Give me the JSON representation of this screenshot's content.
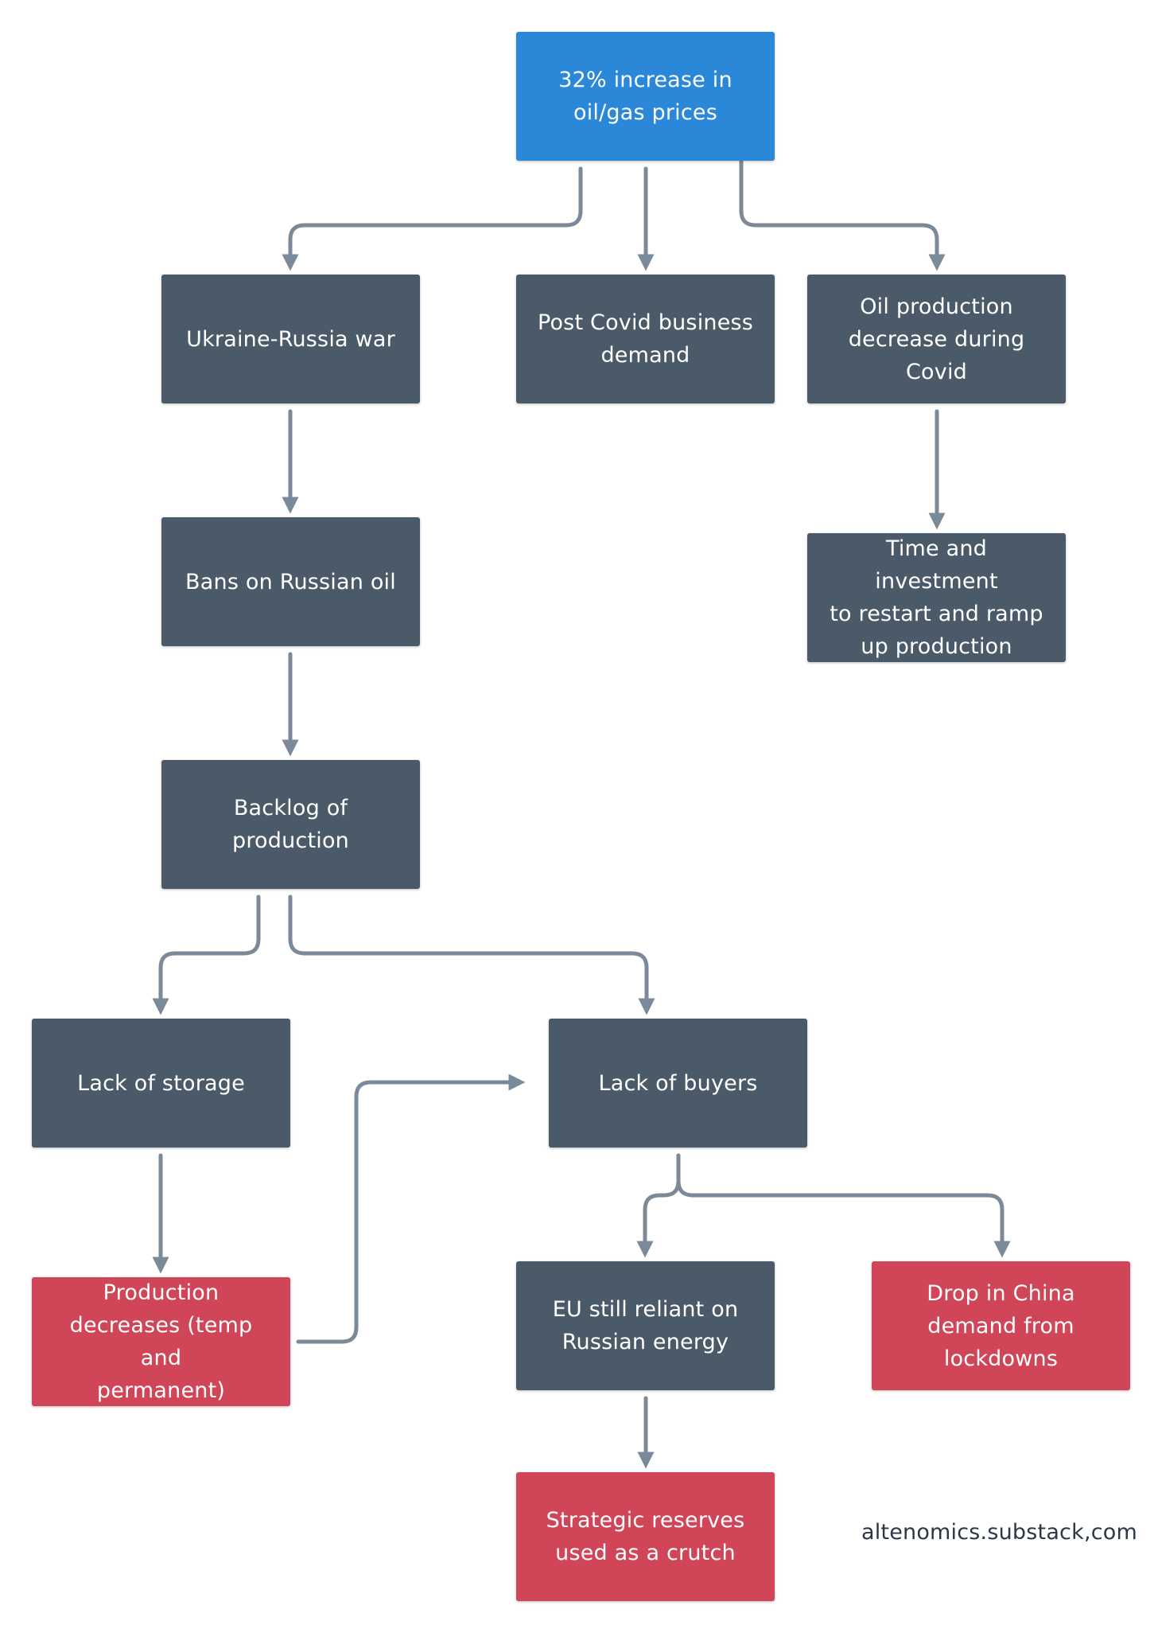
{
  "colors": {
    "root": "#2b88d8",
    "neutral": "#4a5a69",
    "negative": "#d14559",
    "connector": "#7b8a98"
  },
  "nodes": {
    "root": {
      "text": "32% increase in\noil/gas prices",
      "tone": "root"
    },
    "ukraine_russia_war": {
      "text": "Ukraine-Russia war",
      "tone": "neutral"
    },
    "post_covid_demand": {
      "text": "Post Covid business\ndemand",
      "tone": "neutral"
    },
    "oil_production_decrease": {
      "text": "Oil production\ndecrease during\nCovid",
      "tone": "neutral"
    },
    "bans_on_russian_oil": {
      "text": "Bans on Russian oil",
      "tone": "neutral"
    },
    "time_and_investment": {
      "text": "Time and investment\nto restart and ramp\nup production",
      "tone": "neutral"
    },
    "backlog_of_production": {
      "text": "Backlog of\nproduction",
      "tone": "neutral"
    },
    "lack_of_storage": {
      "text": "Lack of storage",
      "tone": "neutral"
    },
    "lack_of_buyers": {
      "text": "Lack of buyers",
      "tone": "neutral"
    },
    "production_decreases": {
      "text": "Production\ndecreases (temp and\npermanent)",
      "tone": "negative"
    },
    "eu_reliant": {
      "text": "EU still reliant on\nRussian energy",
      "tone": "neutral"
    },
    "drop_in_china_demand": {
      "text": "Drop in China\ndemand from\nlockdowns",
      "tone": "negative"
    },
    "strategic_reserves": {
      "text": "Strategic reserves\nused as a crutch",
      "tone": "negative"
    }
  },
  "edges": [
    {
      "from": "root",
      "to": "ukraine_russia_war"
    },
    {
      "from": "root",
      "to": "post_covid_demand"
    },
    {
      "from": "root",
      "to": "oil_production_decrease"
    },
    {
      "from": "ukraine_russia_war",
      "to": "bans_on_russian_oil"
    },
    {
      "from": "oil_production_decrease",
      "to": "time_and_investment"
    },
    {
      "from": "bans_on_russian_oil",
      "to": "backlog_of_production"
    },
    {
      "from": "backlog_of_production",
      "to": "lack_of_storage"
    },
    {
      "from": "backlog_of_production",
      "to": "lack_of_buyers"
    },
    {
      "from": "lack_of_storage",
      "to": "production_decreases"
    },
    {
      "from": "production_decreases",
      "to": "lack_of_buyers"
    },
    {
      "from": "lack_of_buyers",
      "to": "eu_reliant"
    },
    {
      "from": "lack_of_buyers",
      "to": "drop_in_china_demand"
    },
    {
      "from": "eu_reliant",
      "to": "strategic_reserves"
    }
  ],
  "credit": "altenomics.substack,com"
}
